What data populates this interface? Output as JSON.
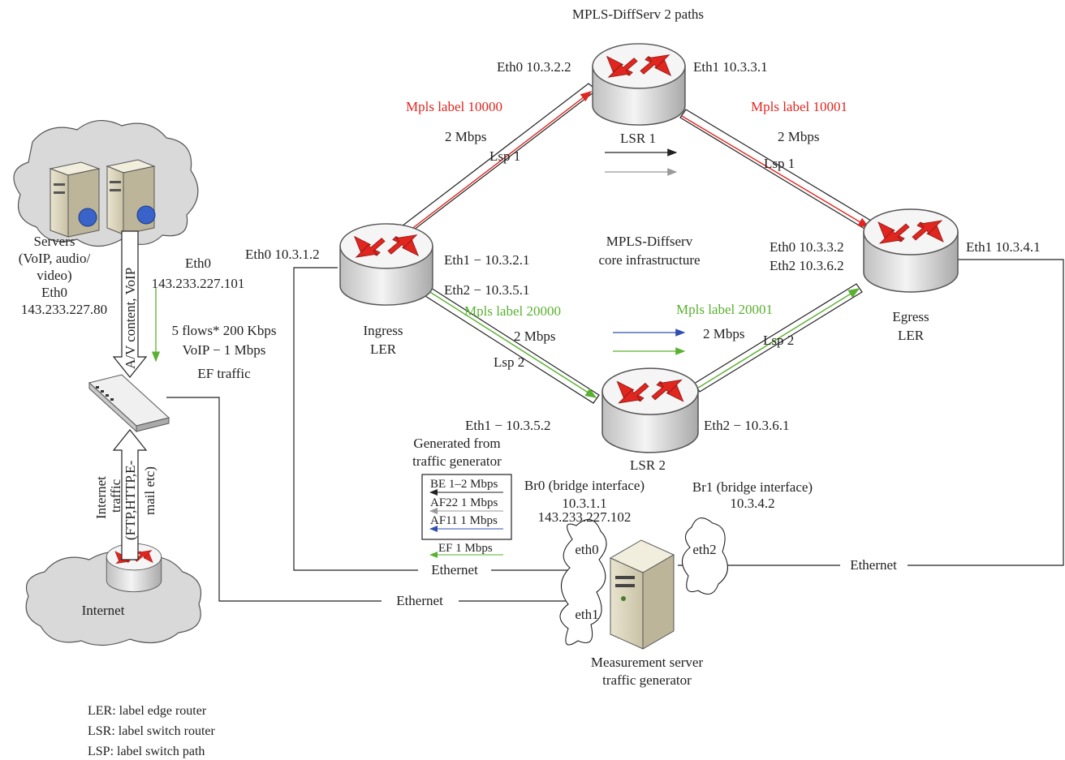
{
  "title": "MPLS-DiffServ 2 paths",
  "core_label": [
    "MPLS-Diffserv",
    "core infrastructure"
  ],
  "colors": {
    "red": "#e0261f",
    "green": "#5ab030",
    "blue": "#2f4fb0",
    "gray": "#999999",
    "cloud": "#d9d9d9"
  },
  "lsr1": {
    "name": "LSR 1",
    "eth0": "Eth0 10.3.2.2",
    "eth1": "Eth1 10.3.3.1"
  },
  "lsr2": {
    "name": "LSR 2",
    "eth1": "Eth1 − 10.3.5.2",
    "eth2": "Eth2 − 10.3.6.1"
  },
  "ingress": {
    "name": [
      "Ingress",
      "LER"
    ],
    "eth0": "Eth0 10.3.1.2",
    "eth1": "Eth1 − 10.3.2.1",
    "eth2": "Eth2 − 10.3.5.1"
  },
  "egress": {
    "name": [
      "Egress",
      "LER"
    ],
    "eth0": "Eth0 10.3.3.2",
    "eth2": "Eth2 10.3.6.2",
    "eth1": "Eth1 10.3.4.1"
  },
  "lsp1": {
    "label_in": "Mpls label 10000",
    "label_out": "Mpls label 10001",
    "rate_in": "2 Mbps",
    "rate_out": "2 Mbps",
    "name_in": "Lsp 1",
    "name_out": "Lsp 1"
  },
  "lsp2": {
    "label_in": "Mpls label 20000",
    "label_out": "Mpls label 20001",
    "rate_in": "2 Mbps",
    "rate_out": "2 Mbps",
    "name_in": "Lsp 2",
    "name_out": "Lsp 2"
  },
  "servers": {
    "label": [
      "Servers",
      "(VoIP, audio/",
      "video)",
      "Eth0",
      "143.233.227.80"
    ],
    "eth0": [
      "Eth0",
      "143.233.227.101"
    ],
    "arrow_label": "A/V content, VoIP",
    "flows": [
      "5 flows* 200 Kbps",
      "VoIP − 1 Mbps",
      "EF traffic"
    ]
  },
  "internet": {
    "label": "Internet",
    "arrow_label": [
      "Internet",
      "traffic",
      "(FTP,HTTP,E-",
      "mail etc)"
    ]
  },
  "generator": {
    "header": [
      "Generated from",
      "traffic generator"
    ],
    "flows": [
      "BE 1–2 Mbps",
      "AF22 1 Mbps",
      "AF11 1 Mbps"
    ],
    "ef": "EF 1 Mbps"
  },
  "br0": [
    "Br0 (bridge interface)",
    "10.3.1.1",
    "143.233.227.102"
  ],
  "br1": [
    "Br1 (bridge interface)",
    "10.3.4.2"
  ],
  "measurement": {
    "label": [
      "Measurement server",
      "traffic generator"
    ],
    "eth0": "eth0",
    "eth1": "eth1",
    "eth2": "eth2"
  },
  "ethernet": {
    "left": "Ethernet",
    "right": "Ethernet",
    "bottom": "Ethernet"
  },
  "legend": [
    "LER: label edge router",
    "LSR: label switch router",
    "LSP: label switch path"
  ]
}
